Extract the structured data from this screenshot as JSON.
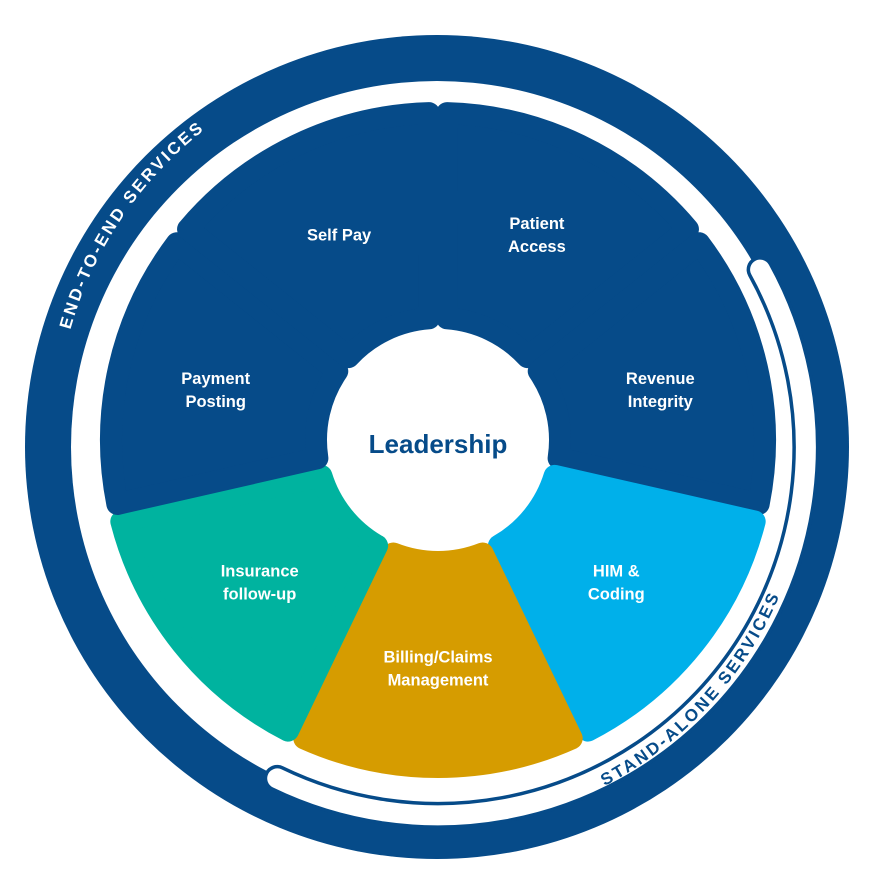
{
  "colors": {
    "navy": "#064b89",
    "light_blue": "#00b0ea",
    "teal": "#00b39f",
    "gold": "#d69c00",
    "white": "#ffffff"
  },
  "center": {
    "label": "Leadership"
  },
  "ring": {
    "end_to_end": "END-TO-END SERVICES",
    "stand_alone": "STAND-ALONE SERVICES"
  },
  "segments": [
    {
      "lines": [
        "Patient",
        "Access"
      ],
      "color": "#064b89"
    },
    {
      "lines": [
        "Revenue",
        "Integrity"
      ],
      "color": "#064b89"
    },
    {
      "lines": [
        "HIM &",
        "Coding"
      ],
      "color": "#00b0ea"
    },
    {
      "lines": [
        "Billing/Claims",
        "Management"
      ],
      "color": "#d69c00"
    },
    {
      "lines": [
        "Insurance",
        "follow-up"
      ],
      "color": "#00b39f"
    },
    {
      "lines": [
        "Payment",
        "Posting"
      ],
      "color": "#064b89"
    },
    {
      "lines": [
        "Self Pay"
      ],
      "color": "#064b89"
    }
  ]
}
